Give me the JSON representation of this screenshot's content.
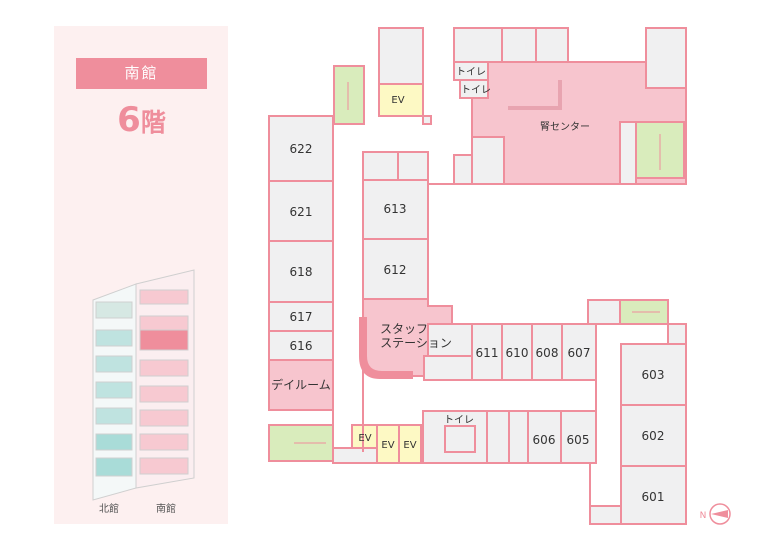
{
  "panel": {
    "building_name": "南館",
    "floor_number": "6",
    "floor_suffix": "階",
    "iso_north_label": "北館",
    "iso_south_label": "南館"
  },
  "rooms": {
    "r622": "622",
    "r621": "621",
    "r618": "618",
    "r617": "617",
    "r616": "616",
    "dayroom": "デイルーム",
    "r613": "613",
    "r612": "612",
    "staff_line1": "スタッフ",
    "staff_line2": "ステーション",
    "r611": "611",
    "r610": "610",
    "r608": "608",
    "r607": "607",
    "r606": "606",
    "r605": "605",
    "r603": "603",
    "r602": "602",
    "r601": "601",
    "kidney": "腎センター",
    "toilet_a": "トイレ",
    "toilet_b": "トイレ",
    "toilet_c": "トイレ",
    "ev_top": "EV",
    "ev_1": "EV",
    "ev_2": "EV",
    "ev_3": "EV"
  },
  "compass": {
    "north": "N"
  },
  "colors": {
    "wall": "#ef8e9c",
    "room": "#f0f0f1",
    "highlight": "#f7c5ce",
    "stairs": "#d9ecbc",
    "elevator": "#fdf9c4",
    "panel_bg": "#fdf0f0",
    "banner": "#ef8e9c"
  }
}
